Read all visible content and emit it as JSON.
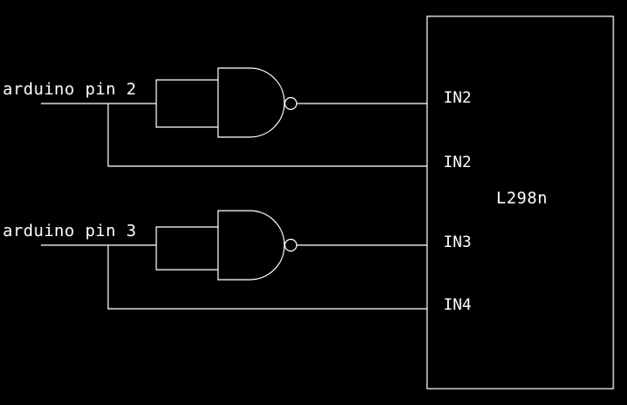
{
  "inputs": {
    "signal_a": "arduino pin 2",
    "signal_b": "arduino pin 3"
  },
  "chip": {
    "name": "L298n",
    "pins": [
      "IN2",
      "IN2",
      "IN3",
      "IN4"
    ]
  },
  "colors": {
    "background": "#000000",
    "line": "#ffffff"
  }
}
